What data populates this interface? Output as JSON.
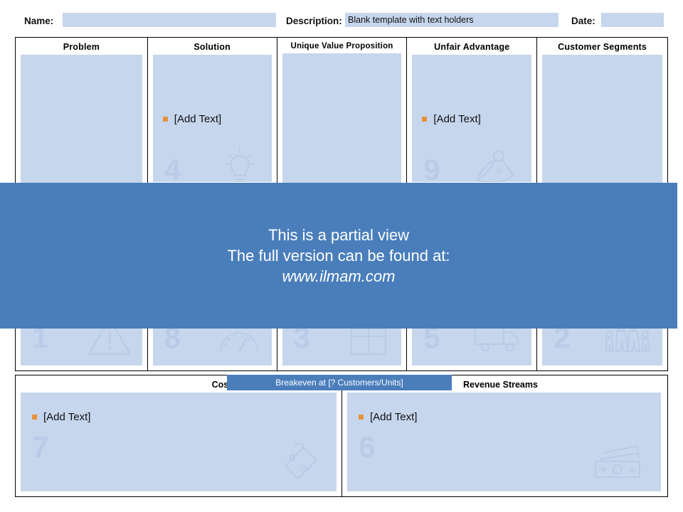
{
  "header": {
    "name_label": "Name:",
    "name_value": "",
    "name_placeholder": "",
    "description_label": "Description:",
    "description_value": "Blank template with text holders",
    "description_placeholder": "",
    "date_label": "Date:",
    "date_value": "",
    "date_placeholder": ""
  },
  "colors": {
    "panel_fill": "#c6d6ed",
    "overlay_blue": "#4a7ebb",
    "bullet_orange": "#e8913a",
    "watermark": "#b9cbe6",
    "border": "#000000"
  },
  "canvas": {
    "columns": [
      {
        "title": "Problem",
        "top_text": "",
        "bottom_text": "",
        "number": "1",
        "icon": "warning-triangle-icon"
      },
      {
        "title": "Solution",
        "top_text": "[Add Text]",
        "bottom_text": "",
        "number": "8",
        "icon": "gauge-icon",
        "upper_number": "4",
        "upper_icon": "lightbulb-icon"
      },
      {
        "title": "Unique Value Proposition",
        "top_text": "",
        "bottom_text": "",
        "number": "3",
        "icon": "gift-icon"
      },
      {
        "title": "Unfair Advantage",
        "top_text": "[Add Text]",
        "bottom_text": "",
        "number": "5",
        "icon": "delivery-truck-icon",
        "upper_number": "9",
        "upper_icon": "superhero-icon"
      },
      {
        "title": "Customer  Segments",
        "top_text": "",
        "bottom_text": "",
        "number": "2",
        "icon": "people-group-icon"
      }
    ]
  },
  "bottom": {
    "cost_title": "Cost  Structure",
    "cost_text": "[Add Text]",
    "cost_number": "7",
    "cost_icon": "price-tag-icon",
    "breakeven_label": "Breakeven  at [? Customers/Units]",
    "revenue_title": "Revenue Streams",
    "revenue_text": "[Add Text]",
    "revenue_number": "6",
    "revenue_icon": "banknotes-icon"
  },
  "overlay": {
    "line1": "This is a partial view",
    "line2": "The full version can be found at:",
    "url": "www.ilmam.com"
  }
}
